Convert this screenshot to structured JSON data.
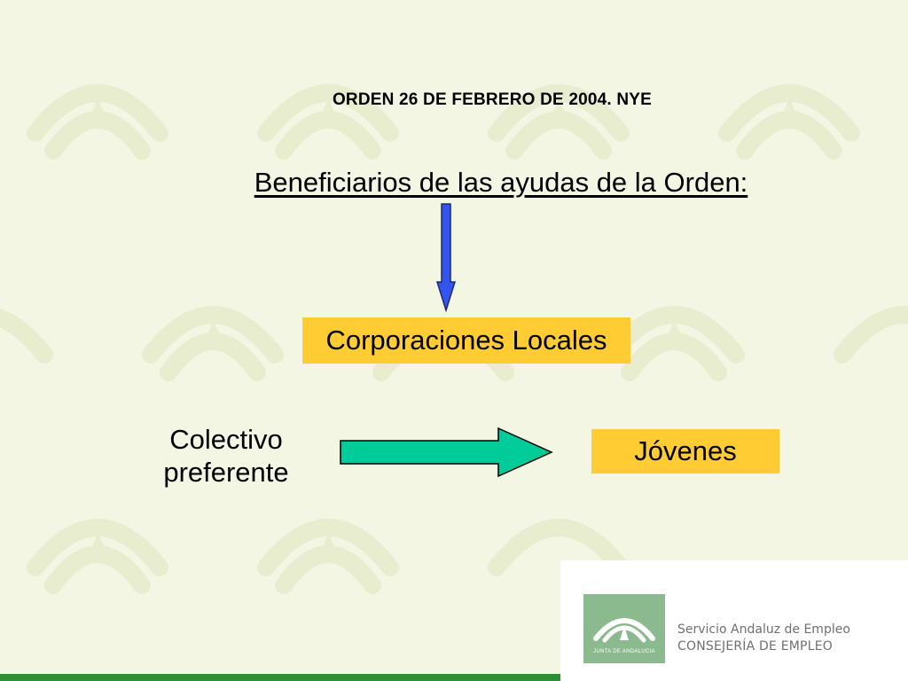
{
  "slide": {
    "header_title": "ORDEN 26 DE FEBRERO DE 2004. NYE",
    "subtitle": "Beneficiarios de las ayudas de la Orden:",
    "nodes": {
      "corporaciones": "Corporaciones Locales",
      "colectivo_line1": "Colectivo",
      "colectivo_line2": "preferente",
      "jovenes": "Jóvenes"
    }
  },
  "logo": {
    "emblem_text": "JUNTA DE ANDALUCIA",
    "line1": "Servicio Andaluz de Empleo",
    "line2": "CONSEJERÍA DE EMPLEO"
  },
  "colors": {
    "background": "#f3f6e3",
    "box_fill": "#ffcc33",
    "down_arrow": "#3355ee",
    "right_arrow": "#00cc99",
    "brand_green": "#2d8f35",
    "emblem_green": "#8cba8f"
  }
}
